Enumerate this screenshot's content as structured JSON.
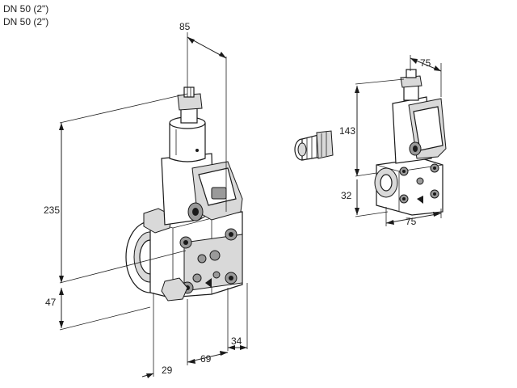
{
  "header": {
    "line1": "DN 50 (2\")",
    "line2": "DN 50 (2\")"
  },
  "dimensions": {
    "main_top_width": "85",
    "main_height": "235",
    "main_bottom_offset": "47",
    "main_depth_a": "29",
    "main_depth_b": "69",
    "main_depth_c": "34",
    "small_top_width": "75",
    "small_height": "143",
    "small_base": "32",
    "small_bottom_width": "75"
  }
}
